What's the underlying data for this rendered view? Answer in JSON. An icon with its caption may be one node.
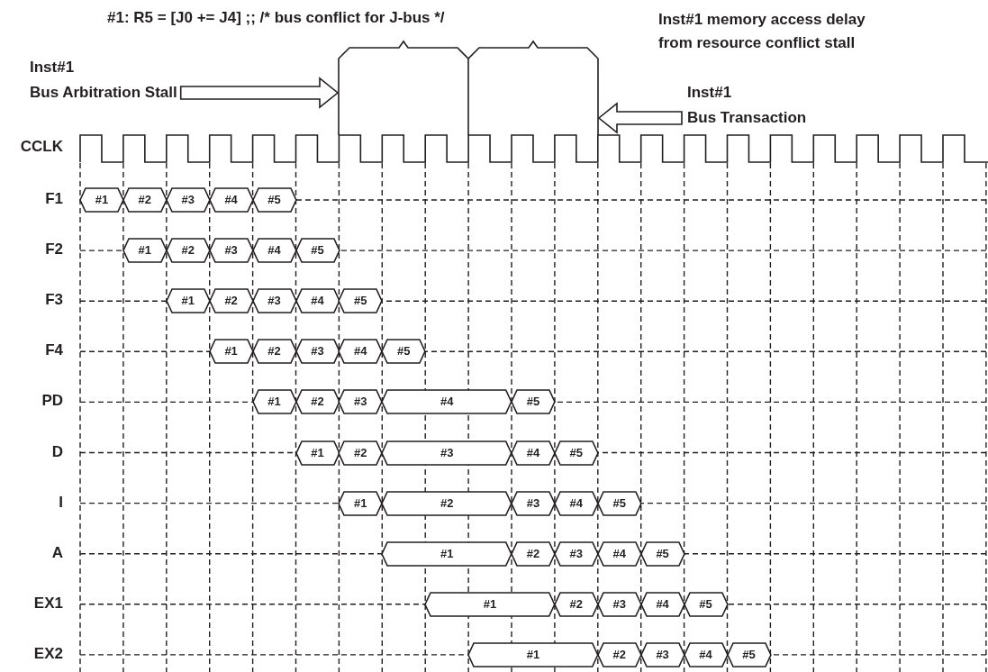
{
  "diagram": {
    "title": "#1: R5 = [J0 += J4] ;; /* bus conflict for J-bus */",
    "nodes": [
      {
        "text": [
          "Inst#1",
          "Bus Arbitration Stall"
        ]
      },
      {
        "text": [],
        "shape": "bracket"
      },
      {
        "text": [
          "Inst#1",
          "Bus Transaction"
        ]
      },
      {
        "text": [
          "#1"
        ]
      },
      {
        "text": [
          "#2"
        ]
      },
      {
        "text": [
          "#3"
        ]
      },
      {
        "text": [
          "#4"
        ]
      },
      {
        "text": [
          "#5"
        ]
      },
      {
        "text": [
          "#1"
        ]
      },
      {
        "text": [
          "#2"
        ]
      },
      {
        "text": [
          "#3"
        ]
      },
      {
        "text": [
          "#4"
        ]
      },
      {
        "text": [
          "#5"
        ]
      },
      {
        "text": [
          "#1"
        ]
      },
      {
        "text": [
          "#2"
        ]
      },
      {
        "text": [
          "#3"
        ]
      },
      {
        "text": [
          "#4"
        ]
      },
      {
        "text": [
          "#5"
        ]
      },
      {
        "text": [
          "#1"
        ]
      },
      {
        "text": [
          "#2"
        ]
      },
      {
        "text": [
          "#3"
        ]
      },
      {
        "text": [
          "#4"
        ]
      },
      {
        "text": [
          "#5"
        ]
      },
      {
        "text": [
          "#1"
        ]
      },
      {
        "text": [
          "#2"
        ]
      },
      {
        "text": [
          "#3"
        ]
      },
      {
        "text": [
          "#4"
        ]
      },
      {
        "text": [
          "#5"
        ]
      },
      {
        "text": [
          "#1"
        ]
      },
      {
        "text": [
          "#2"
        ]
      },
      {
        "text": [
          "#3"
        ]
      },
      {
        "text": [
          "#4"
        ]
      },
      {
        "text": [
          "#5"
        ]
      },
      {
        "text": [
          "#1"
        ]
      },
      {
        "text": [
          "#2"
        ]
      },
      {
        "text": [
          "#3"
        ]
      },
      {
        "text": [
          "#4"
        ]
      },
      {
        "text": [
          "#5"
        ]
      },
      {
        "text": [
          "#1"
        ]
      },
      {
        "text": [
          "#2"
        ]
      },
      {
        "text": [
          "#3"
        ]
      },
      {
        "text": [
          "#4"
        ]
      },
      {
        "text": [
          "#5"
        ]
      },
      {
        "text": [
          "#1"
        ]
      },
      {
        "text": [
          "#2"
        ]
      },
      {
        "text": [
          "#3"
        ]
      },
      {
        "text": [
          "#4"
        ]
      },
      {
        "text": [
          "#5"
        ]
      },
      {
        "text": [
          "#1"
        ]
      },
      {
        "text": [
          "#2"
        ]
      },
      {
        "text": [
          "#3"
        ]
      },
      {
        "text": [
          "#4"
        ]
      },
      {
        "text": [
          "#5"
        ]
      }
    ],
    "edges": [
      {
        "from": 0,
        "to": 1,
        "arrow": "to"
      },
      {
        "from": 2,
        "to": 1,
        "arrow": "to"
      }
    ],
    "labels": [
      "Inst#1 memory access delay from resource conflict stall",
      "CCLK",
      "F1",
      "F2",
      "F3",
      "F4",
      "PD",
      "D",
      "I",
      "A",
      "EX1",
      "EX2"
    ]
  }
}
